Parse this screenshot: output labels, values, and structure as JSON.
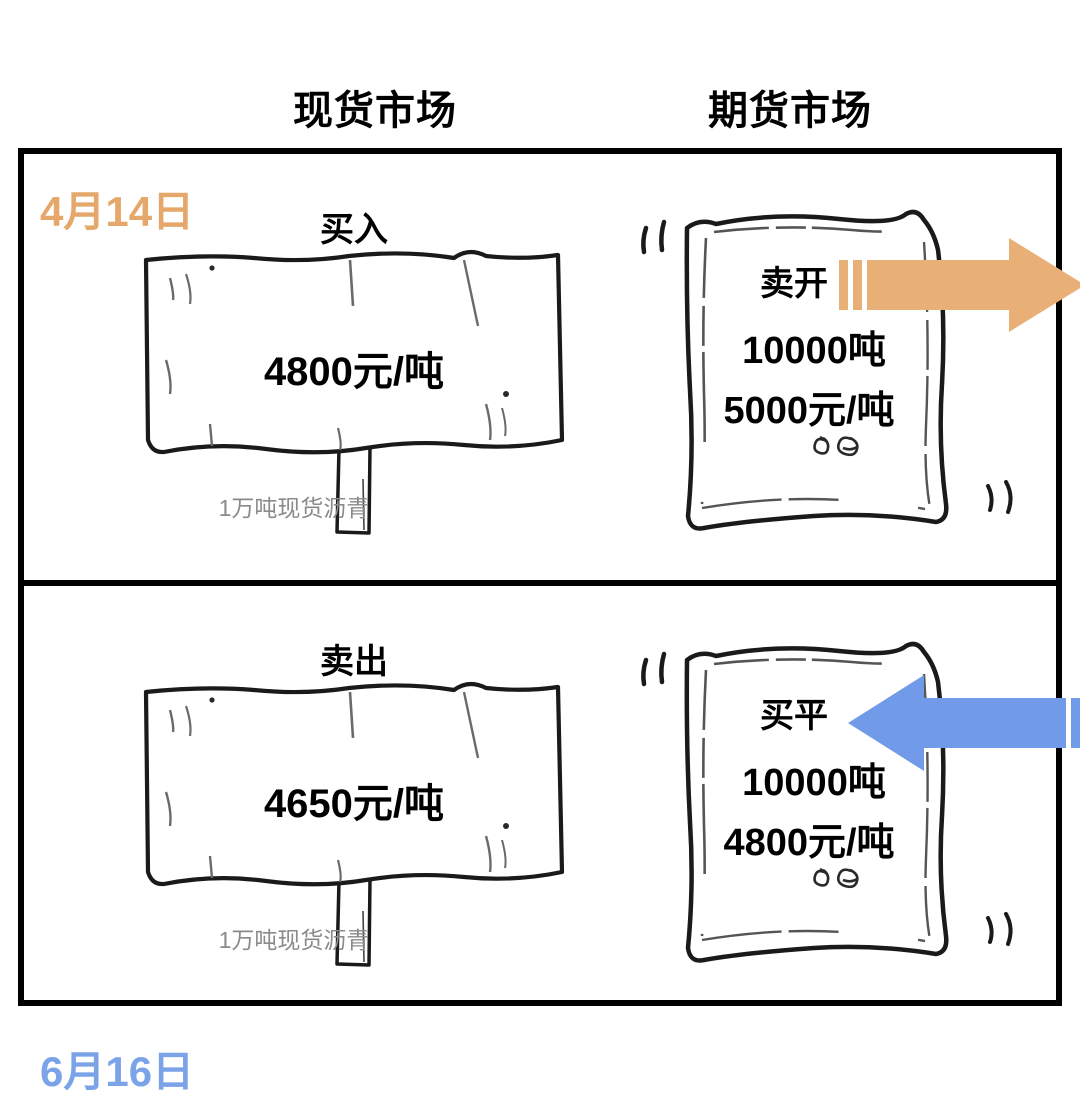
{
  "headers": {
    "spot_market": "现货市场",
    "futures_market": "期货市场"
  },
  "colors": {
    "orange": "#E5A86A",
    "arrow_orange": "#E8AF77",
    "blue": "#7BA3E8",
    "arrow_blue": "#719BE8",
    "frame": "#000000",
    "caption_gray": "#8a8a8a"
  },
  "rows": [
    {
      "date": "4月14日",
      "date_color": "#E5A86A",
      "spot": {
        "action": "买入",
        "price": "4800元/吨",
        "caption": "1万吨现货沥青"
      },
      "futures": {
        "action": "卖开",
        "quantity": "10000吨",
        "price": "5000元/吨",
        "arrow_direction": "right",
        "arrow_color": "#E8AF77"
      }
    },
    {
      "date": "6月16日",
      "date_color": "#7BA3E8",
      "spot": {
        "action": "卖出",
        "price": "4650元/吨",
        "caption": "1万吨现货沥青"
      },
      "futures": {
        "action": "买平",
        "quantity": "10000吨",
        "price": "4800元/吨",
        "arrow_direction": "left",
        "arrow_color": "#719BE8"
      }
    }
  ]
}
